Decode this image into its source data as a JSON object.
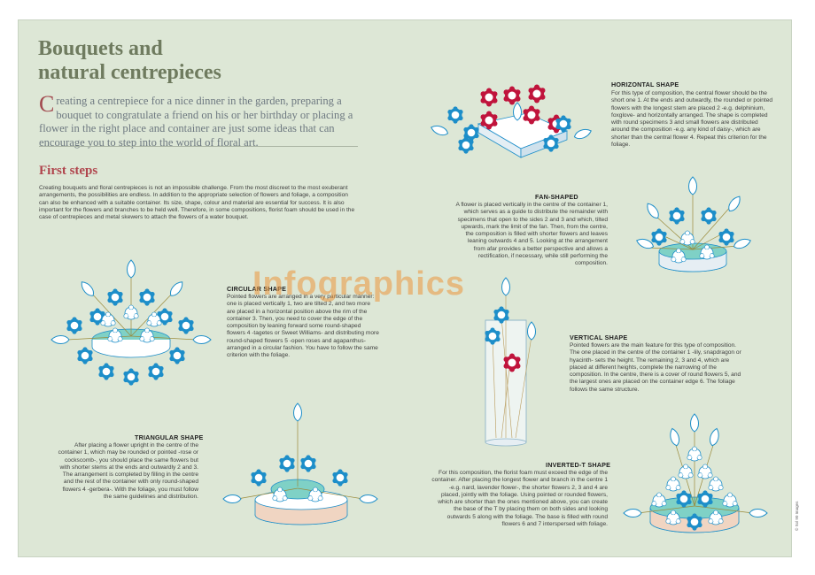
{
  "title_line1": "Bouquets and",
  "title_line2": "natural centrepieces",
  "intro": {
    "dropcap": "C",
    "text": "reating a centrepiece for a nice dinner in the garden, preparing a bouquet to congratulate a friend on his or her birthday or placing a flower in the right place and container are just some ideas that can encourage you to step into the world of floral art."
  },
  "first_steps": {
    "heading": "First steps",
    "text": "Creating bouquets and floral centrepieces is not an impossible challenge. From the most discreet to the most exuberant arrangements, the possibilities are endless. In addition to the appropriate selection of flowers and foliage, a composition can also be enhanced with a suitable container. Its size, shape, colour and material are essential for success. It is also important for the flowers and branches to be held well. Therefore, in some compositions, florist foam should be used in the case of centrepieces and metal skewers to attach the flowers of a water bouquet."
  },
  "horizontal": {
    "title": "HORIZONTAL SHAPE",
    "text": "For this type of composition, the central flower should be the short one 1. At the ends and outwardly, the rounded or pointed flowers with the longest stem are placed 2 -e.g. delphinium, foxglove- and horizontally arranged. The shape is completed with round specimens 3 and small flowers are distributed around the composition -e.g. any kind of daisy-, which are shorter than the central flower 4. Repeat this criterion for the foliage."
  },
  "fan": {
    "title": "FAN-SHAPED",
    "text": "A flower is placed vertically in the centre of the container 1, which serves as a guide to distribute the remainder with specimens that open to the sides 2 and 3 and which, tilted upwards, mark the limit of the fan. Then, from the centre, the composition is filled with shorter flowers and leaves leaning outwards 4 and 5. Looking at the arrangement from afar provides a better perspective and allows a rectification, if necessary, while still performing the composition."
  },
  "circular": {
    "title": "CIRCULAR SHAPE",
    "text": "Pointed flowers are arranged in a very particular manner: one is placed vertically 1, two are tilted 2, and two more are placed in a horizontal position above the rim of the container 3. Then, you need to cover the edge of the composition by leaning forward some round-shaped flowers 4 -tagetes or Sweet Williams- and distributing more round-shaped flowers 5 -open roses and agapanthus- arranged in a circular fashion. You have to follow the same criterion with the foliage."
  },
  "vertical": {
    "title": "VERTICAL SHAPE",
    "text": "Pointed flowers are the main feature for this type of composition. The one placed in the centre of the container 1 -lily, snapdragon or hyacinth- sets the height. The remaining 2, 3 and 4, which are placed at different heights, complete the narrowing of the composition. In the centre, there is a cover of round flowers 5, and the largest ones are placed on the container edge 6. The foliage follows the same structure."
  },
  "triangular": {
    "title": "TRIANGULAR SHAPE",
    "text": "After placing a flower upright in the centre of the container 1, which may be rounded or pointed -rose or cockscomb-, you should place the same flowers but with shorter stems at the ends and outwardly 2 and 3. The arrangement is completed by filling in the centre and the rest of the container with only round-shaped flowers 4 -gerbera-. With the foliage, you must follow the same guidelines and distribution."
  },
  "inverted_t": {
    "title": "INVERTED-T SHAPE",
    "text": "For this composition, the florist foam must exceed the edge of the container. After placing the longest flower and branch in the centre 1 -e.g. nard, lavender flower-, the shorter flowers 2, 3 and 4 are placed, jointly with the foliage. Using pointed or rounded flowers, which are shorter than the ones mentioned above, you can create the base of the T by placing them on both sides and looking outwards 5 along with the foliage. The base is filled with round flowers 6 and 7 interspersed with foliage."
  },
  "watermark": "Infographics",
  "credit": "© Sol 90 Images",
  "colors": {
    "background": "#dde7d6",
    "blue_flower": "#1d8ec9",
    "red_flower": "#c0143c",
    "teal_foam": "#7fd1c6",
    "title": "#6f7b5f",
    "heading_red": "#b0454d"
  }
}
